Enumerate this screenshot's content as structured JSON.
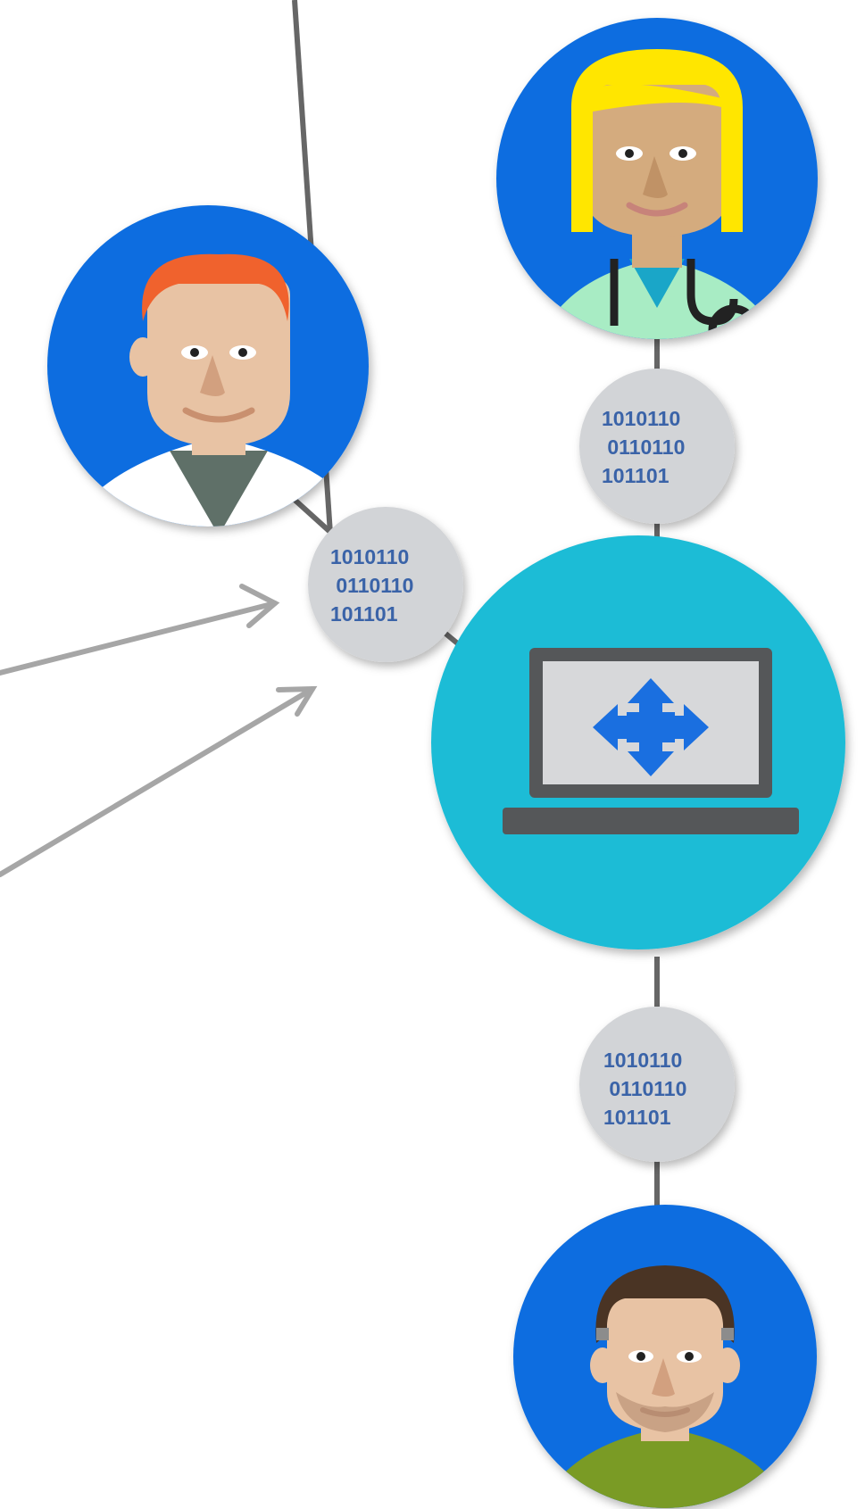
{
  "diagram": {
    "data_packets": [
      {
        "lines": [
          "1010110",
          " 0110110",
          "101101"
        ]
      },
      {
        "lines": [
          "1010110",
          " 0110110",
          "101101"
        ]
      },
      {
        "lines": [
          "1010110",
          " 0110110",
          "101101"
        ]
      }
    ],
    "nodes": {
      "doctor_male": {
        "icon": "male-doctor-avatar-icon"
      },
      "doctor_female": {
        "icon": "female-doctor-avatar-icon"
      },
      "computer": {
        "icon": "laptop-move-icon"
      },
      "patient": {
        "icon": "patient-avatar-icon"
      }
    },
    "colors": {
      "avatar_bg": "#0a6de0",
      "hub_bg": "#1dbcd6",
      "packet_bg": "#d2d4d7",
      "binary_text": "#3a63a8",
      "connector": "#666666",
      "arrow": "#a6a6a6",
      "move_arrows": "#1a6fe0"
    }
  }
}
